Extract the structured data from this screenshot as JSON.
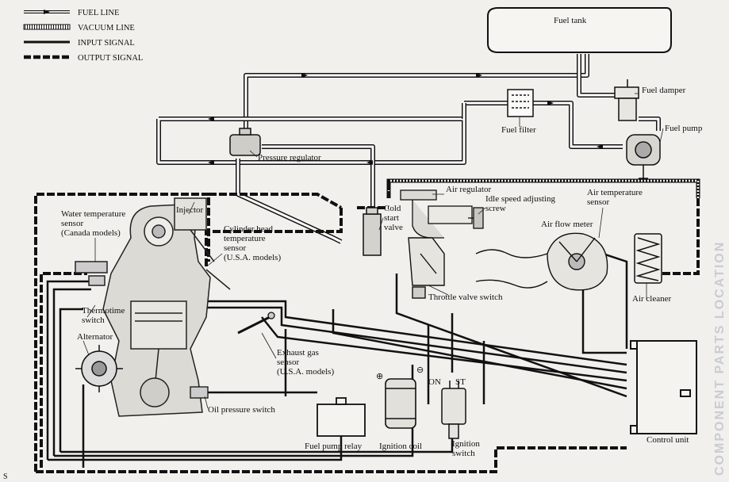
{
  "legend": [
    {
      "key": "fuel",
      "label": "FUEL LINE"
    },
    {
      "key": "vacuum",
      "label": "VACUUM LINE"
    },
    {
      "key": "input",
      "label": "INPUT SIGNAL"
    },
    {
      "key": "output",
      "label": "OUTPUT SIGNAL"
    }
  ],
  "labels": {
    "fuel_tank": "Fuel tank",
    "fuel_damper": "Fuel damper",
    "fuel_filter": "Fuel filter",
    "fuel_pump": "Fuel pump",
    "pressure_regulator": "Pressure regulator",
    "air_regulator": "Air regulator",
    "idle_speed_1": "Idle speed adjusting",
    "idle_speed_2": "screw",
    "air_temp_1": "Air temperature",
    "air_temp_2": "sensor",
    "air_flow_meter": "Air flow meter",
    "cold_start_1": "Cold",
    "cold_start_2": "start",
    "cold_start_3": "valve",
    "water_temp_1": "Water temperature",
    "water_temp_2": "sensor",
    "water_temp_3": "(Canada models)",
    "injector": "Injector",
    "cyl_head_1": "Cylinder head",
    "cyl_head_2": "temperature",
    "cyl_head_3": "sensor",
    "cyl_head_4": "(U.S.A. models)",
    "thermotime_1": "Thermotime",
    "thermotime_2": "switch",
    "throttle_valve_switch": "Throttle valve switch",
    "air_cleaner": "Air cleaner",
    "alternator": "Alternator",
    "exhaust_1": "Exhaust gas",
    "exhaust_2": "sensor",
    "exhaust_3": "(U.S.A. models)",
    "oil_pressure_switch": "Oil pressure switch",
    "fuel_pump_relay": "Fuel pump relay",
    "ignition_coil": "Ignition coil",
    "ignition_switch_1": "Ignition",
    "ignition_switch_2": "switch",
    "on": "ON",
    "st": "ST",
    "plus": "⊕",
    "minus": "⊖",
    "control_unit": "Control unit",
    "side_text": "COMPONENT PARTS LOCATION",
    "corner_mark": "S"
  }
}
